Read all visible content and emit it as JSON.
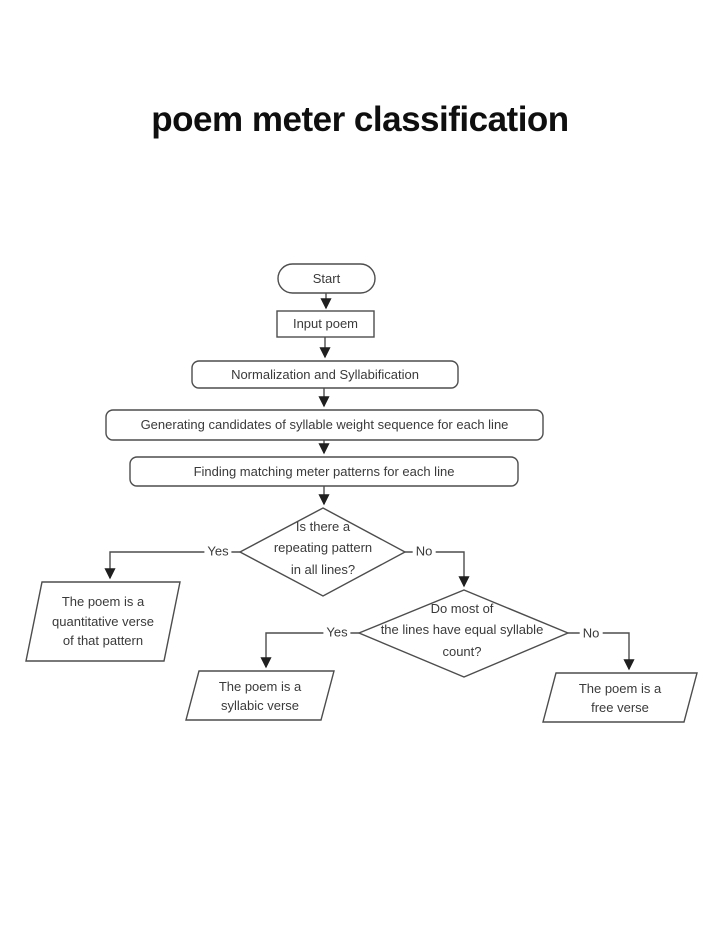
{
  "title": "poem meter classification",
  "flowchart": {
    "nodes": {
      "start": {
        "label": "Start"
      },
      "input_poem": {
        "label": "Input poem"
      },
      "normalization": {
        "label": "Normalization and Syllabification"
      },
      "generating": {
        "label": "Generating candidates of syllable weight sequence for each line"
      },
      "finding": {
        "label": "Finding matching meter patterns for each line"
      },
      "decision_repeating": {
        "lines": [
          "Is there a",
          "repeating pattern",
          "in all lines?"
        ]
      },
      "decision_equal_syllables": {
        "lines": [
          "Do most of",
          "the lines have equal syllable",
          "count?"
        ]
      },
      "result_quantitative": {
        "lines": [
          "The poem is a",
          "quantitative verse",
          "of that pattern"
        ]
      },
      "result_syllabic": {
        "lines": [
          "The poem is a",
          "syllabic verse"
        ]
      },
      "result_free": {
        "lines": [
          "The poem is a",
          "free verse"
        ]
      }
    },
    "edge_labels": {
      "decision1_yes": "Yes",
      "decision1_no": "No",
      "decision2_yes": "Yes",
      "decision2_no": "No"
    },
    "colors": {
      "line": "#4d4d4d",
      "arrowhead": "#1f1f1f",
      "node_text": "#3a3a3a",
      "title_text": "#0f0f0f",
      "background": "#ffffff"
    }
  }
}
